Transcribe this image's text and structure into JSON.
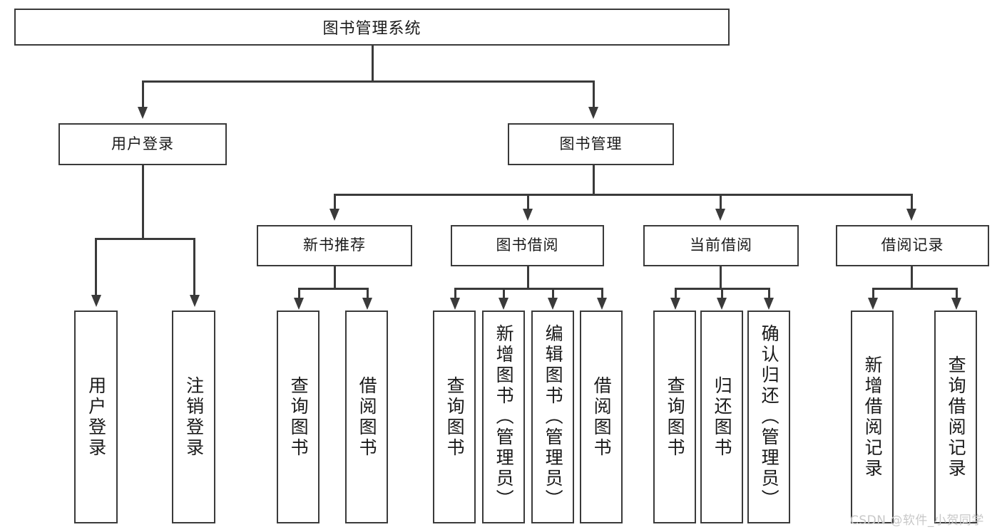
{
  "diagram": {
    "title": "图书管理系统",
    "watermark": "CSDN @软件_小贺同学",
    "colors": {
      "stroke": "#3a3a3a",
      "text": "#1a1a1a",
      "background": "#ffffff",
      "watermark": "#c8c8c8"
    },
    "root": {
      "label": "图书管理系统"
    },
    "level1": [
      {
        "label": "用户登录"
      },
      {
        "label": "图书管理"
      }
    ],
    "level2": [
      {
        "label": "新书推荐"
      },
      {
        "label": "图书借阅"
      },
      {
        "label": "当前借阅"
      },
      {
        "label": "借阅记录"
      }
    ],
    "leaves": {
      "user_login": [
        {
          "label": "用户登录"
        },
        {
          "label": "注销登录"
        }
      ],
      "new_book_recommend": [
        {
          "label": "查询图书"
        },
        {
          "label": "借阅图书"
        }
      ],
      "book_borrow": [
        {
          "label": "查询图书"
        },
        {
          "label": "新增图书（管理员）"
        },
        {
          "label": "编辑图书（管理员）"
        },
        {
          "label": "借阅图书"
        }
      ],
      "current_borrow": [
        {
          "label": "查询图书"
        },
        {
          "label": "归还图书"
        },
        {
          "label": "确认归还（管理员）"
        }
      ],
      "borrow_record": [
        {
          "label": "新增借阅记录"
        },
        {
          "label": "查询借阅记录"
        }
      ]
    }
  }
}
